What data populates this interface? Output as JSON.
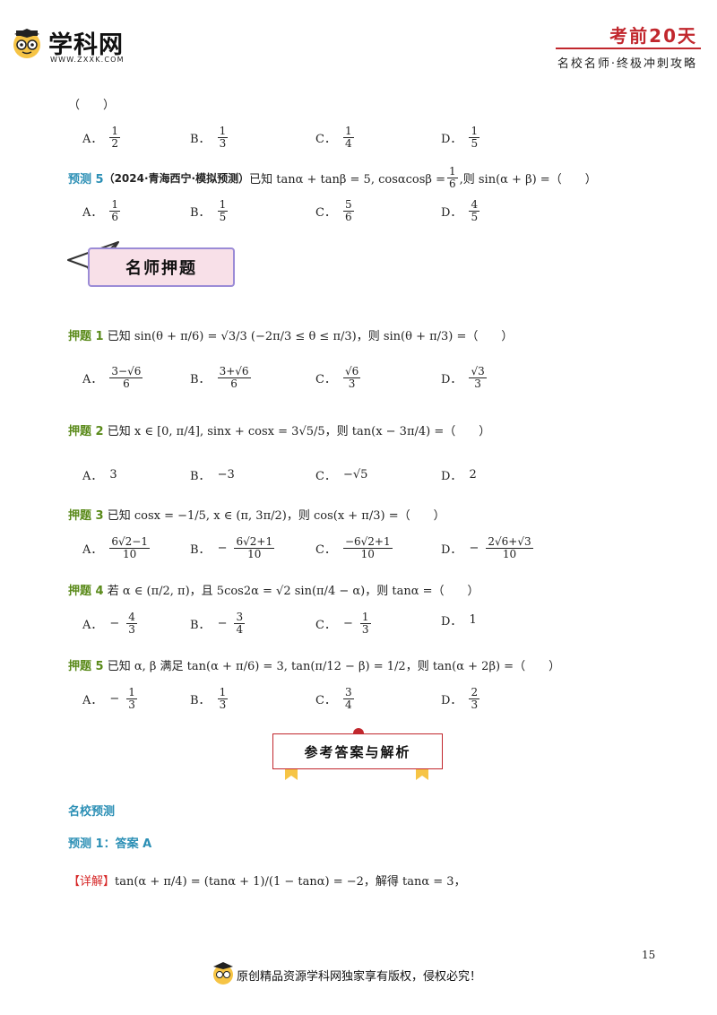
{
  "header": {
    "logo_text": "学科网",
    "logo_url": "WWW.ZXXK.COM",
    "title": "考前20天",
    "subtitle": "名校名师·终极冲刺攻略"
  },
  "top_question": {
    "tail": "（　　）",
    "options": [
      {
        "label": "A．",
        "num": "1",
        "den": "2"
      },
      {
        "label": "B．",
        "num": "1",
        "den": "3"
      },
      {
        "label": "C．",
        "num": "1",
        "den": "4"
      },
      {
        "label": "D．",
        "num": "1",
        "den": "5"
      }
    ]
  },
  "predict5": {
    "tag": "预测 5",
    "source": "（2024·青海西宁·模拟预测）",
    "text_a": "已知 tanα + tanβ = 5, cosαcosβ =",
    "frac_num": "1",
    "frac_den": "6",
    "text_b": ",则 sin(α + β) =（　　）",
    "options": [
      {
        "label": "A．",
        "num": "1",
        "den": "6"
      },
      {
        "label": "B．",
        "num": "1",
        "den": "5"
      },
      {
        "label": "C．",
        "num": "5",
        "den": "6"
      },
      {
        "label": "D．",
        "num": "4",
        "den": "5"
      }
    ]
  },
  "section_banner": "名师押题",
  "ya1": {
    "tag": "押题 1",
    "text": "已知 sin(θ + π/6) = √3/3 (−2π/3 ≤ θ ≤ π/3)，则 sin(θ + π/3) =（　　）",
    "options": [
      {
        "label": "A．",
        "num": "3−√6",
        "den": "6"
      },
      {
        "label": "B．",
        "num": "3+√6",
        "den": "6"
      },
      {
        "label": "C．",
        "num": "√6",
        "den": "3"
      },
      {
        "label": "D．",
        "num": "√3",
        "den": "3"
      }
    ]
  },
  "ya2": {
    "tag": "押题 2",
    "text": "已知 x ∈ [0, π/4], sinx + cosx = 3√5/5，则 tan(x − 3π/4) =（　　）",
    "options": [
      {
        "label": "A．",
        "value": "3"
      },
      {
        "label": "B．",
        "value": "−3"
      },
      {
        "label": "C．",
        "value": "−√5"
      },
      {
        "label": "D．",
        "value": "2"
      }
    ]
  },
  "ya3": {
    "tag": "押题 3",
    "text": "已知 cosx = −1/5, x ∈ (π, 3π/2)，则 cos(x + π/3) =（　　）",
    "options": [
      {
        "label": "A．",
        "pre": "",
        "num": "6√2−1",
        "den": "10"
      },
      {
        "label": "B．",
        "pre": "−",
        "num": "6√2+1",
        "den": "10"
      },
      {
        "label": "C．",
        "pre": "",
        "num": "−6√2+1",
        "den": "10"
      },
      {
        "label": "D．",
        "pre": "−",
        "num": "2√6+√3",
        "den": "10"
      }
    ]
  },
  "ya4": {
    "tag": "押题 4",
    "text": "若 α ∈ (π/2, π)，且 5cos2α = √2 sin(π/4 − α)，则 tanα =（　　）",
    "options": [
      {
        "label": "A．",
        "pre": "−",
        "num": "4",
        "den": "3"
      },
      {
        "label": "B．",
        "pre": "−",
        "num": "3",
        "den": "4"
      },
      {
        "label": "C．",
        "pre": "−",
        "num": "1",
        "den": "3"
      },
      {
        "label": "D．",
        "value": "1"
      }
    ]
  },
  "ya5": {
    "tag": "押题 5",
    "text": "已知 α, β 满足 tan(α + π/6) = 3, tan(π/12 − β) = 1/2，则 tan(α + 2β) =（　　）",
    "options": [
      {
        "label": "A．",
        "pre": "−",
        "num": "1",
        "den": "3"
      },
      {
        "label": "B．",
        "pre": "",
        "num": "1",
        "den": "3"
      },
      {
        "label": "C．",
        "pre": "",
        "num": "3",
        "den": "4"
      },
      {
        "label": "D．",
        "pre": "",
        "num": "2",
        "den": "3"
      }
    ]
  },
  "answer_banner": "参考答案与解析",
  "answers": {
    "section": "名校预测",
    "item_title": "预测 1：答案 A",
    "detail_tag": "【详解】",
    "detail_text": "tan(α + π/4) = (tanα + 1)/(1 − tanα) = −2，解得 tanα = 3，"
  },
  "page_number": "15",
  "footer_text": "原创精品资源学科网独家享有版权，侵权必究！"
}
